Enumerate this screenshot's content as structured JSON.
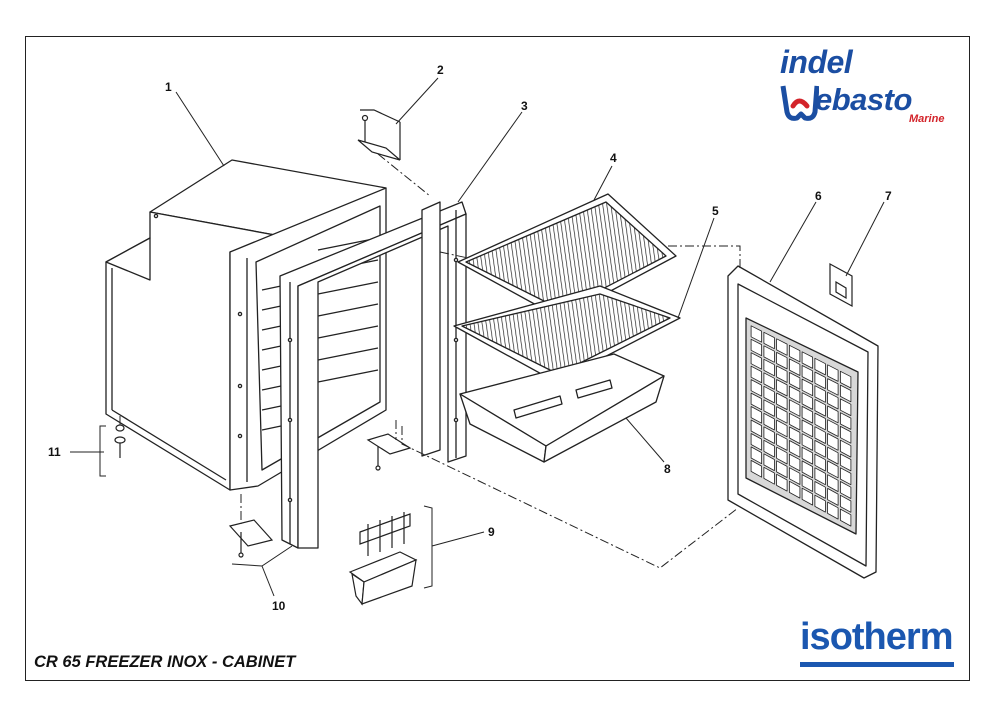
{
  "title": "CR 65 FREEZER INOX - CABINET",
  "logos": {
    "indel": "indel",
    "webasto": "ebasto",
    "marine": "Marine",
    "isotherm": "isotherm",
    "brand_blue": "#1b4ea2",
    "brand_red": "#d3232a"
  },
  "parts": {
    "p1": "1",
    "p2": "2",
    "p3": "3",
    "p4": "4",
    "p5": "5",
    "p6": "6",
    "p7": "7",
    "p8": "8",
    "p9": "9",
    "p10": "10",
    "p11": "11"
  }
}
